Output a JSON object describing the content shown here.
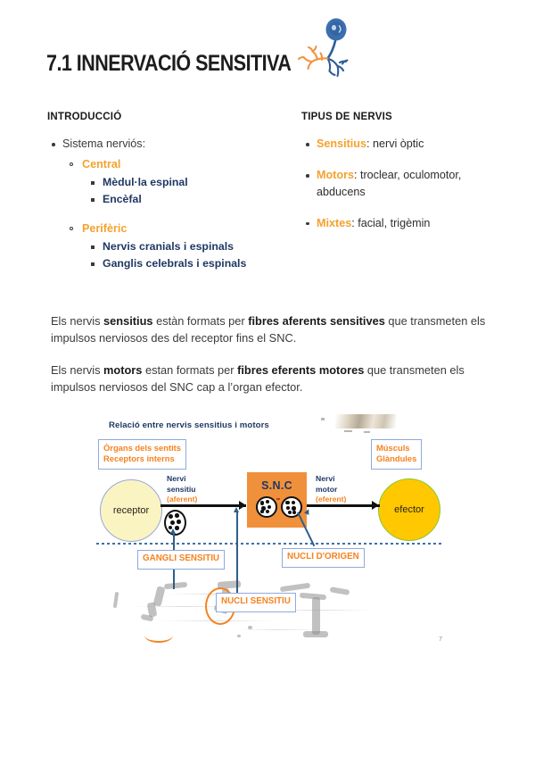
{
  "document": {
    "title": "7.1 INNERVACIÓ SENSITIVA",
    "neuron_icon": "neuron-illustration",
    "colors": {
      "accent_orange": "#F5A22D",
      "diagram_orange": "#F5821F",
      "snc_fill": "#F0903A",
      "navy": "#1F3864",
      "box_border_blue": "#8FAADC",
      "receptor_fill": "#FAF4C3",
      "efector_fill": "#FFC800",
      "body_text": "#3a3a3a"
    }
  },
  "sections": {
    "introduccio": {
      "heading": "INTRODUCCIÓ",
      "root": "Sistema nerviós:",
      "groups": [
        {
          "label": "Central",
          "items": [
            "Mèdul·la espinal",
            "Encèfal"
          ]
        },
        {
          "label": "Perifèric",
          "items": [
            "Nervis cranials i espinals",
            "Ganglis celebrals i espinals"
          ]
        }
      ]
    },
    "tipus_de_nervis": {
      "heading": "TIPUS DE NERVIS",
      "items": [
        {
          "keyword": "Sensitius",
          "separator": ": ",
          "detail": "nervi òptic"
        },
        {
          "keyword": "Motors",
          "separator": ": ",
          "detail": "troclear, oculomotor, abducens"
        },
        {
          "keyword": "Mixtes",
          "separator": ": ",
          "detail": "facial, trigèmin"
        }
      ]
    }
  },
  "paragraphs": [
    {
      "parts": [
        {
          "text": "Els nervis ",
          "bold": false
        },
        {
          "text": "sensitius",
          "bold": true
        },
        {
          "text": " estàn formats per ",
          "bold": false
        },
        {
          "text": "fibres aferents sensitives",
          "bold": true
        },
        {
          "text": " que transmeten els impulsos nerviosos des del receptor fins el SNC.",
          "bold": false
        }
      ]
    },
    {
      "parts": [
        {
          "text": " Els nervis ",
          "bold": false
        },
        {
          "text": "motors",
          "bold": true
        },
        {
          "text": " estan formats per ",
          "bold": false
        },
        {
          "text": "fibres eferents motores",
          "bold": true
        },
        {
          "text": " que transmeten els impulsos nerviosos del SNC cap a l’organ efector.",
          "bold": false
        }
      ]
    }
  ],
  "diagram": {
    "title": "Relació entre nervis sensitius i motors",
    "boxes": {
      "organs": "Òrgans dels sentits\nReceptors interns",
      "organs_line1": "Òrgans dels sentits",
      "organs_line2": "Receptors interns",
      "musculs_line1": "Músculs",
      "musculs_line2": "Glàndules",
      "ganglis": "GANGLI SENSITIU",
      "nucli_origen": "NUCLI D'ORIGEN",
      "nucli_sensitiu": "NUCLI SENSITIU"
    },
    "nodes": {
      "receptor": "receptor",
      "efector": "efector",
      "snc": "S.N.C"
    },
    "nerve_labels": {
      "sensory_line1": "Nervi",
      "sensory_line2": "sensitiu",
      "sensory_paren": "(aferent)",
      "motor_line1": "Nervi",
      "motor_line2": "motor",
      "motor_paren": "(eferent)"
    },
    "slide_number": "7"
  }
}
